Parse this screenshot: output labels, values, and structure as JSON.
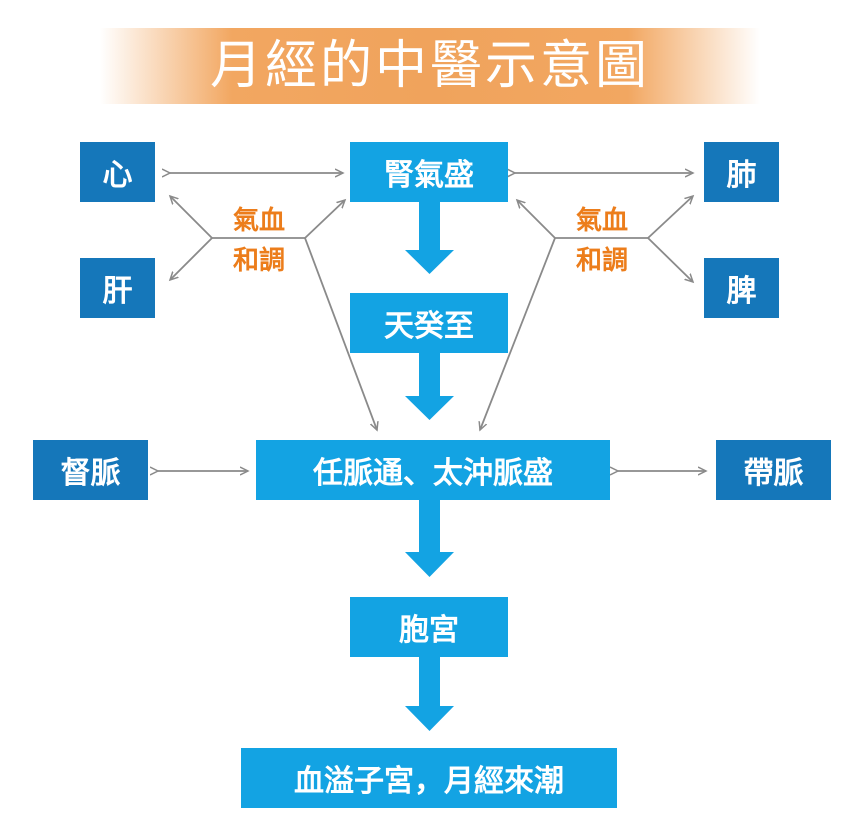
{
  "title": "月經的中醫示意圖",
  "nodes": {
    "xin": "心",
    "gan": "肝",
    "shen": "腎氣盛",
    "fei": "肺",
    "pi": "脾",
    "tiangui": "天癸至",
    "renmai": "任脈通、太沖脈盛",
    "dumai": "督脈",
    "daimai": "帶脈",
    "baogong": "胞宮",
    "result": "血溢子宮，月經來潮"
  },
  "labels": {
    "left_qixue": "氣血",
    "left_hetiao": "和調",
    "right_qixue": "氣血",
    "right_hetiao": "和調"
  },
  "colors": {
    "dark_box": "#1577ba",
    "light_box": "#13a3e3",
    "orange_text": "#ec7d1b",
    "title_band": "#f0a35c"
  }
}
